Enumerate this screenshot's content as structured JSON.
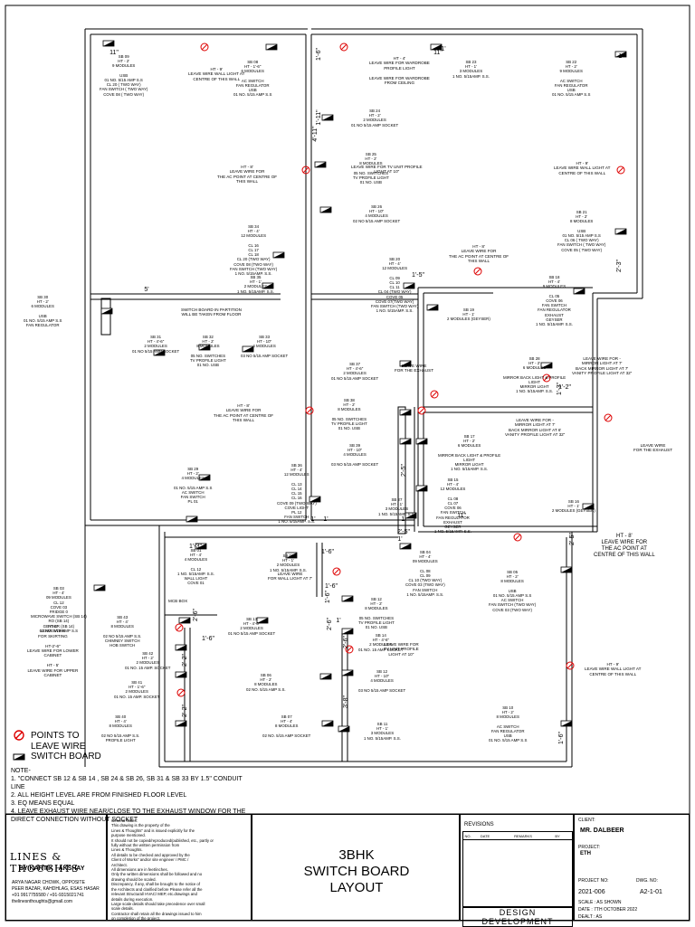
{
  "switchboards": [
    {
      "id": "sb09",
      "lines": [
        "SB 09",
        "HT - 2'",
        "9 MODULES",
        "",
        "USB",
        "01 NO. 5/15 AMP S.S",
        "CL 20 ( TWO WAY)",
        "FAN SWITCH ( TWO WAY)",
        "COVE 08 ( TWO WAY)"
      ]
    },
    {
      "id": "sb08",
      "lines": [
        "SB 08",
        "HT - 1'-6\"",
        "6 MODULES",
        "",
        "AC SWITCH",
        "FAN REGULATOR",
        "USB",
        "01 NO. 5/15 AMP S.S"
      ]
    },
    {
      "id": "sb23",
      "lines": [
        "SB 23",
        "HT - 1'",
        "3 MODULES",
        "1 NO. 5/15AMP. S.S."
      ]
    },
    {
      "id": "sb22",
      "lines": [
        "SB 22",
        "HT - 2'",
        "9 MODULES",
        "",
        "AC SWITCH",
        "FAN REGULATOR",
        "USB",
        "01 NO. 5/15 AMP S.S"
      ]
    },
    {
      "id": "sb24",
      "lines": [
        "SB 24",
        "HT - 2'",
        "2 MODULES",
        "01 NO 5/15 AMP SOCKET"
      ]
    },
    {
      "id": "sb25",
      "lines": [
        "SB 25",
        "HT - 2'",
        "8 MODULES",
        "",
        "05 NO. SWITCHES",
        "TV PROFILE LIGHT",
        "01 NO. USB"
      ]
    },
    {
      "id": "sb26",
      "lines": [
        "SB 26",
        "HT - 10\"",
        "4 MODULES",
        "02 NO 5/15 AMP SOCKET"
      ]
    },
    {
      "id": "sb21",
      "lines": [
        "SB 21",
        "HT - 2'",
        "8 MODULES",
        "",
        "USB",
        "01 NO. 5/15 AMP S.S",
        "CL 06 ( TWO WAY)",
        "FAN SWITCH ( TWO WAY)",
        "COVE 05 ( TWO WAY)"
      ]
    },
    {
      "id": "sb34",
      "lines": [
        "SB 34",
        "HT - 4'",
        "12 MODULES",
        "",
        "CL 16",
        "CL 17",
        "CL 18",
        "CL 20 (TWO WAY)",
        "COVE 08 (TWO WAY)",
        "FAN SWITCH (TWO WAY)",
        "1 NO. 5/15AMP. S.S."
      ]
    },
    {
      "id": "sb20",
      "lines": [
        "SB 20",
        "HT - 4'",
        "12 MODULES",
        "",
        "CL 09",
        "CL 10",
        "CL 11",
        "CL 04 (TWO WAY)",
        "COVE 05",
        "COVE 07(TWO WAY)",
        "FAN SWITCH (TWO WAY)",
        "1 NO. 5/15AMP. S.S."
      ]
    },
    {
      "id": "sb18",
      "lines": [
        "SB 18",
        "HT - 4'",
        "9 MODULES",
        "",
        "CL 05",
        "COVE 06",
        "FAN SWITCH",
        "FAN REGULATOR",
        "EXHAUST",
        "GEYSER",
        "1 NO. 5/15AMP. S.S."
      ]
    },
    {
      "id": "sb30",
      "lines": [
        "SB 30",
        "HT - 2'",
        "6 MODULES",
        "",
        "USB",
        "01 NO. 5/15 AMP S.S",
        "FAN REGULATOR"
      ]
    },
    {
      "id": "sb35",
      "lines": [
        "SB 35",
        "HT - 1'",
        "2 MODULES",
        "1 NO. 5/15AMP. S.S."
      ]
    },
    {
      "id": "sb19",
      "lines": [
        "SB 19",
        "HT - 1'",
        "2 MODULES (GEYSER)"
      ]
    },
    {
      "id": "sb31",
      "lines": [
        "SB 31",
        "HT - 4'-6\"",
        "2 MODULES",
        "01 NO 5/15 AMP SOCKET"
      ]
    },
    {
      "id": "sb32",
      "lines": [
        "SB 32",
        "HT - 2'",
        "8 MODULES",
        "",
        "05 NO. SWITCHES",
        "TV PROFILE LIGHT",
        "01 NO. USB"
      ]
    },
    {
      "id": "sb33",
      "lines": [
        "SB 33",
        "HT - 10\"",
        "4 MODULES",
        "",
        "03 NO 5/15 AMP SOCKET"
      ]
    },
    {
      "id": "sb37",
      "lines": [
        "SB 37",
        "HT - 4'-6\"",
        "2 MODULES",
        "01 NO 5/15 AMP SOCKET"
      ]
    },
    {
      "id": "sb38",
      "lines": [
        "SB 38",
        "HT - 2'",
        "8 MODULES",
        "",
        "05 NO. SWITCHES",
        "TV PROFILE LIGHT",
        "01 NO. USB"
      ]
    },
    {
      "id": "sb39",
      "lines": [
        "SB 39",
        "HT - 10\"",
        "4 MODULES",
        "",
        "03 NO 5/15 AMP SOCKET"
      ]
    },
    {
      "id": "sb29",
      "lines": [
        "SB 29",
        "HT - 2'",
        "4 MODULES",
        "",
        "01 NO. 5/15 AMP S.S",
        "AC SWITCH",
        "FAN SWITCH",
        "PL 01"
      ]
    },
    {
      "id": "sb36",
      "lines": [
        "SB 36",
        "HT - 4'",
        "12 MODULES",
        "",
        "CL 13",
        "CL 14",
        "CL 15",
        "CL 16",
        "COVE 09 (TWO WAY)",
        "COVE LIGHT",
        "PL 12",
        "FAN SWITCH",
        "1 NO. 5/15AMP. S.S."
      ]
    },
    {
      "id": "sb27",
      "lines": [
        "SB 27",
        "HT - 1'",
        "3 MODULES",
        "1 NO. 5/15AMP. S.S."
      ]
    },
    {
      "id": "sb17",
      "lines": [
        "SB 17",
        "HT - 2'",
        "6 MODULES",
        "",
        "MIRROR BACK LIGHT & PROFILE",
        "LIGHT",
        "MIRROR LIGHT",
        "1 NO. 5/15AMP. S.S."
      ]
    },
    {
      "id": "sb15",
      "lines": [
        "SB 15",
        "HT - 4'",
        "12 MODULES",
        "",
        "CL 08",
        "CL 07",
        "COVE 06",
        "FAN SWITCH",
        "FAN REGULATOR",
        "EXHAUST",
        "GEYSER",
        "1 NO. 5/15AMP. S.S."
      ]
    },
    {
      "id": "sb16",
      "lines": [
        "SB 16",
        "HT - 1'",
        "2 MODULES (GEYSER)"
      ]
    },
    {
      "id": "sb28",
      "lines": [
        "SB 28",
        "HT - 2'",
        "6 MODULES",
        "",
        "MIRROR BACK LIGHT & PROFILE",
        "LIGHT",
        "MIRROR LIGHT",
        "1 NO. 5/15AMP. S.S."
      ]
    },
    {
      "id": "sb03",
      "lines": [
        "SB 03",
        "HT - 4'",
        "09 MODULES",
        "CL 12",
        "COVE 03",
        "FRIDGE 0",
        "MICROWAVE SWITCH (SB 14)",
        "RO (SB 14)",
        "GEYSER (SB 14)",
        "01 NO. 5/15 AMP S.S"
      ]
    },
    {
      "id": "sb01",
      "lines": [
        "SB 01",
        "HT - 4'",
        "4 MODULES",
        "",
        "CL 12",
        "1 NO. 5/15AMP. S.S.",
        "WALL LIGHT",
        "COVE 01"
      ]
    },
    {
      "id": "sb04",
      "lines": [
        "SB 04",
        "HT - 4'",
        "09 MODULES",
        "",
        "CL 08",
        "CL 09",
        "CL 10 (TWO WAY)",
        "COVE 03 (TWO WAY)",
        "FAN SWITCH",
        "1 NO. 5/15AMP. S.S."
      ]
    },
    {
      "id": "sb02",
      "lines": [
        "SB 02",
        "HT - 1'",
        "2 MODULES",
        "1 NO. 5/15AMP. S.S."
      ]
    },
    {
      "id": "sb05",
      "lines": [
        "SB 05",
        "HT - 2'",
        "8 MODULES",
        "",
        "USB",
        "01 NO. 5/15 AMP S.S",
        "AC SWITCH",
        "FAN SWITCH (TWO WAY)",
        "COVE 03 (TWO WAY)"
      ]
    },
    {
      "id": "sb43",
      "lines": [
        "SB 43",
        "HT - 4'",
        "8 MODULES",
        "",
        "02 NO 5/15 AMP S.S.",
        "CHIMNEY SWITCH",
        "HOB SWITCH"
      ]
    },
    {
      "id": "sb42",
      "lines": [
        "SB 42",
        "HT - 2'",
        "2 MODULES",
        "01 NO. 15 AMP. SOCKET"
      ]
    },
    {
      "id": "sb41",
      "lines": [
        "SB 41",
        "HT - 1'-6\"",
        "2 MODULES",
        "01 NO. 15 AMP. SOCKET"
      ]
    },
    {
      "id": "sb40",
      "lines": [
        "SB 40",
        "HT - 4'",
        "8 MODULES",
        "",
        "02 NO 5/15 AMP S.S.",
        "PROFILE LIGHT"
      ]
    },
    {
      "id": "sb13",
      "lines": [
        "SB 13",
        "HT - 4'-6\"",
        "2 MODULES",
        "01 NO 5/15 AMP SOCKET"
      ]
    },
    {
      "id": "sb12",
      "lines": [
        "SB 12",
        "HT - 2'",
        "8 MODULES",
        "",
        "05 NO. SWITCHES",
        "TV PROFILE LIGHT",
        "01 NO. USB"
      ]
    },
    {
      "id": "sb14",
      "lines": [
        "SB 14",
        "HT - 4'-6\"",
        "2 MODULES",
        "01 NO. 15 AMP SOCKET"
      ]
    },
    {
      "id": "sb06",
      "lines": [
        "SB 06",
        "HT - 2'",
        "8 MODULES",
        "02 NO. 5/15 AMP S.S."
      ]
    },
    {
      "id": "sb07",
      "lines": [
        "SB 07",
        "HT - 4'",
        "8 MODULES",
        "",
        "02 NO. 5/15 AMP SOCKET"
      ]
    },
    {
      "id": "sb11",
      "lines": [
        "SB 11",
        "HT - 1'",
        "3 MODULES",
        "1 NO. 5/15AMP. S.S."
      ]
    },
    {
      "id": "sb10",
      "lines": [
        "SB 10",
        "HT - 2'",
        "8 MODULES",
        "",
        "AC SWITCH",
        "FAN REGULATOR",
        "USB",
        "01 NO. 5/15 AMP S.S"
      ]
    },
    {
      "id": "sb44",
      "lines": [
        "SB 12",
        "HT - 10\"",
        "4 MODULES",
        "",
        "03 NO 5/15 AMP SOCKET"
      ]
    }
  ],
  "annotations": [
    {
      "id": "a1",
      "lines": [
        "HT - 9'",
        "LEAVE WIRE WALL LIGHT AT",
        "CENTRE OF THIS WALL"
      ]
    },
    {
      "id": "a2",
      "lines": [
        "HT - 4'",
        "LEAVE WIRE FOR WARDROBE",
        "PROFILE LIGHT",
        "",
        "LEAVE WIRE FOR WARDROBE",
        "FROM CEILING"
      ]
    },
    {
      "id": "a3",
      "lines": [
        "HT - 8'",
        "LEAVE WIRE FOR",
        "THE AC POINT AT CENTRE OF",
        "THIS WALL"
      ]
    },
    {
      "id": "a4",
      "lines": [
        "LEAVE WIRE FOR TV UNIT PROFILE",
        "LIGHT AT 10\""
      ]
    },
    {
      "id": "a5",
      "lines": [
        "HT - 9'",
        "LEAVE WIRE WALL LIGHT AT",
        "CENTRE OF THIS WALL"
      ]
    },
    {
      "id": "a6",
      "lines": [
        "HT - 8'",
        "LEAVE WIRE FOR",
        "THE AC POINT AT CENTRE OF",
        "THIS WALL"
      ]
    },
    {
      "id": "a7",
      "lines": [
        "SWITCH BOARD IN PARTITION",
        "WILL BE TAKEN FROM FLOOR"
      ]
    },
    {
      "id": "a8",
      "lines": [
        "LEAVE WIRE FOR -",
        "MIRROR LIGHT AT 7'",
        "BACK MIRROR LIGHT AT 7'",
        "VANITY PROFILE LIGHT AT 32\""
      ]
    },
    {
      "id": "a9",
      "lines": [
        "LEAVE WIRE",
        "FOR THE EXHAUST"
      ]
    },
    {
      "id": "a10",
      "lines": [
        "HT - 8'",
        "LEAVE WIRE FOR",
        "THE AC POINT AT CENTRE OF",
        "THIS WALL"
      ]
    },
    {
      "id": "a11",
      "lines": [
        "LEAVE WIRE FOR -",
        "MIRROR LIGHT AT 7'",
        "BACK MIRROR LIGHT AT 6'",
        "VANITY PROFILE LIGHT AT 32\""
      ]
    },
    {
      "id": "a12",
      "lines": [
        "LEAVE WIRE",
        "FOR THE EXHAUST"
      ]
    },
    {
      "id": "a13",
      "lines": [
        "HT - 8'",
        "LEAVE WIRE FOR",
        "THE AC POINT AT",
        "CENTRE OF THIS WALL"
      ]
    },
    {
      "id": "a14",
      "lines": [
        "LEAVE WIRE",
        "FOR WALL LIGHT AT 7'"
      ]
    },
    {
      "id": "a15",
      "lines": [
        "HT-4'",
        "LEAVE WIRE",
        "FOR SKIRTING",
        "",
        "HT-2'-6\"",
        "LEAVE WIRE FOR LOWER",
        "CABINET",
        "",
        "HT - 5'",
        "LEAVE WIRE FOR UPPER",
        "CABINET"
      ]
    },
    {
      "id": "a16",
      "lines": [
        "LEAVE WIRE FOR",
        "TV UNIT PROFILE",
        "LIGHT AT 10\""
      ]
    },
    {
      "id": "a17",
      "lines": [
        "HT - 9'",
        "LEAVE WIRE WALL LIGHT AT",
        "CENTRE OF THIS WALL"
      ]
    },
    {
      "id": "a18",
      "lines": [
        "MCB BOX"
      ]
    }
  ],
  "dimensions": [
    "11\"",
    "1'-6\"",
    "1'-11\"",
    "11\"",
    "1'",
    "1'",
    "4'-11\"",
    "1'-5\"",
    "1'",
    "5'",
    "1'-3\"",
    "1'",
    "1'-6\"",
    "2'-5\"",
    "2'-6\"",
    "2'-2\"",
    "3'-8\"",
    "2'-5\"",
    "1'",
    "2'-3\"",
    "1'-3\"",
    "1'-6\"",
    "2'-6\"",
    "2'-2\"",
    "1'-6\"",
    "11\"",
    "1'",
    "2'-5\"",
    "1'-6\"",
    "1'-2\"",
    "1'",
    "1'-6\"",
    "2'-6\""
  ],
  "legend": {
    "points_label_1": "POINTS TO",
    "points_label_2": "LEAVE WIRE",
    "switch_label": "SWITCH BOARD"
  },
  "notes": {
    "title": "NOTE-",
    "items": [
      "1.   \"CONNECT SB 12 & SB 14 , SB 24 & SB 26, SB 31 & SB 33   BY 1.5\" CONDUIT",
      "       LINE",
      "2.   ALL HEIGHT LEVEL ARE FROM FINISHED FLOOR LEVEL",
      "3.   EQ MEANS EQUAL",
      "4.   LEAVE EXHAUST WIRE NEAR/CLOSE TO THE EXHAUST WINDOW FOR THE",
      "       DIRECT CONNECTION WITHOUT SOCKET"
    ]
  },
  "titleblock": {
    "firm": "LINES & THOUGHTS",
    "by": "BY KARTIK | AKSHAY",
    "address": [
      "ARYA NAGAR CHOWK, OPPOSITE",
      "PEER BAZAR, KAHDHLAG, ESAS HASAR",
      "+91 9917755580 / +91-9315021741",
      "thelinesnthoughts@gmail.com"
    ],
    "general_notes_title": "General Notes:",
    "general_notes": [
      "This drawing is the property of the",
      "Lines & Thoughts\" and is issued explicitly for the",
      "purpose mentioned.",
      "It should not be copied/reproduced/published, etc., partly or",
      "fully without the written permission from",
      "Lines & Thoughts.",
      "All details to be checked and approved by the",
      "Client of Works\" and/or site engineer / PMC /",
      "Architect.",
      "All dimensions are in feet/inches.",
      "Only the written dimensions shall be followed and no",
      "drawing should be scaled.",
      "Discrepancy, if any, shall be brought to the notice of",
      "the Architects and clarified before Please refer all the",
      "relevant Structural/ HVAC/ MEP, etc.drawings and",
      "details during execution.",
      "Large scale details should take precedence over small",
      "scale details.",
      "Contractor shall retain all the drawings issued to him",
      "on completion of the project."
    ],
    "drawing_title": [
      "3BHK",
      "SWITCH BOARD",
      "LAYOUT"
    ],
    "revisions_title": "REVISIONS",
    "rev_headers": [
      "NO.",
      "DATE",
      "REMARKS",
      "BY"
    ],
    "stage": "DESIGN DEVELOPMENT",
    "client_label": "CLIENT:",
    "client": "MR. DALBEER",
    "project_label": "PROJECT:",
    "project": "ETH",
    "project_no_label": "PROJECT NO:",
    "project_no": "2021-006",
    "dwg_no_label": "DWG. NO:",
    "dwg_no": "A2-1-01",
    "scale": "SCALE   : AS SHOWN",
    "date": "DATE    : 7TH OCTOBER 2022",
    "dealt": "DEALT :  AS"
  }
}
